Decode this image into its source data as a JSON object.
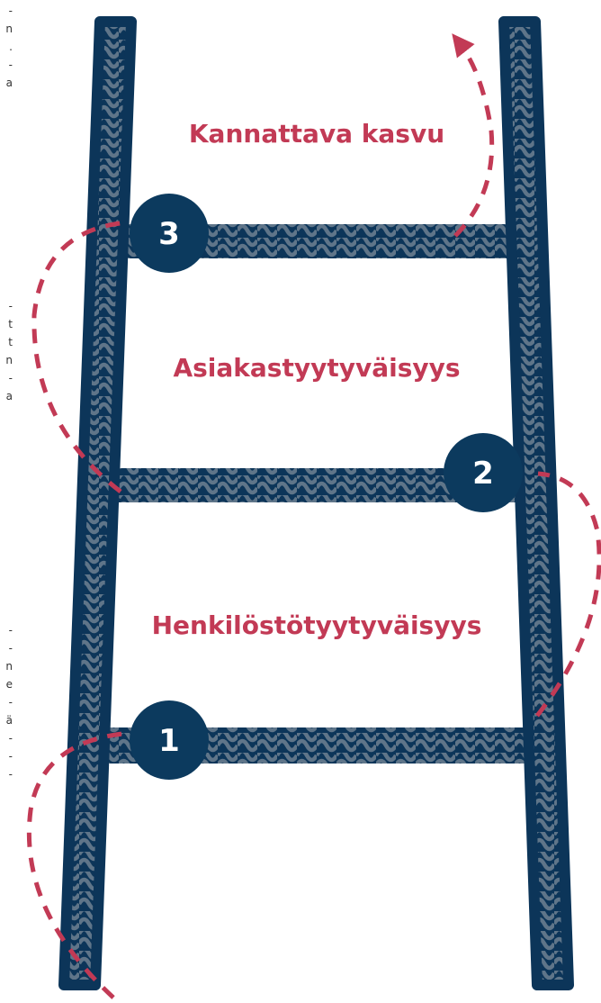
{
  "colors": {
    "rail": "#0c3559",
    "wave": "#5f7589",
    "accent": "#c23a55",
    "badge": "#0c3a5e",
    "badge_text": "#ffffff",
    "edge_text": "#333333"
  },
  "steps": [
    {
      "number": "1",
      "label": "Henkilöstötyytyväisyys"
    },
    {
      "number": "2",
      "label": "Asiakastyytyväisyys"
    },
    {
      "number": "3",
      "label": "Kannattava kasvu"
    }
  ],
  "left_edge_text": [
    [
      "-",
      "n",
      ".",
      "-",
      "a"
    ],
    [
      "-",
      "t",
      "t",
      "n",
      "-",
      "a"
    ],
    [
      "-",
      "-",
      "n",
      "e",
      "-",
      "ä",
      "-",
      "-",
      "-"
    ]
  ]
}
